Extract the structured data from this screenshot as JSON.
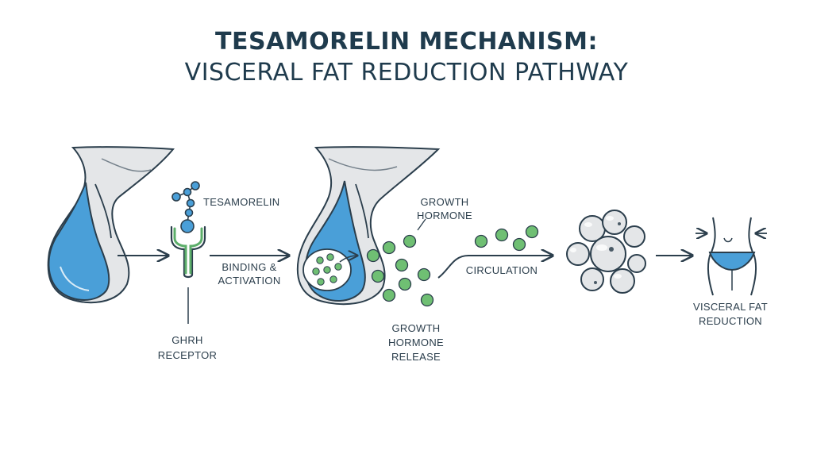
{
  "title": {
    "line1": "TESAMORELIN MECHANISM:",
    "line2": "VISCERAL FAT REDUCTION PATHWAY"
  },
  "labels": {
    "tesamorelin": "TESAMORELIN",
    "binding_line1": "BINDING &",
    "binding_line2": "ACTIVATION",
    "ghrh_line1": "GHRH",
    "ghrh_line2": "RECEPTOR",
    "growth_hormone_line1": "GROWTH",
    "growth_hormone_line2": "HORMONE",
    "release_line1": "GROWTH",
    "release_line2": "HORMONE",
    "release_line3": "RELEASE",
    "circulation": "CIRCULATION",
    "visceral_line1": "VISCERAL FAT",
    "visceral_line2": "REDUCTION"
  },
  "colors": {
    "outline": "#2b3e4c",
    "gland_fill": "#e4e6e8",
    "blue": "#4a9fd8",
    "receptor_green": "#5cae6a",
    "hormone_green": "#6fbf73",
    "text": "#1f3b4d"
  },
  "icons": [
    "pituitary-gland-icon",
    "tesamorelin-molecule-icon",
    "ghrh-receptor-icon",
    "fat-cells-icon",
    "waist-icon"
  ]
}
